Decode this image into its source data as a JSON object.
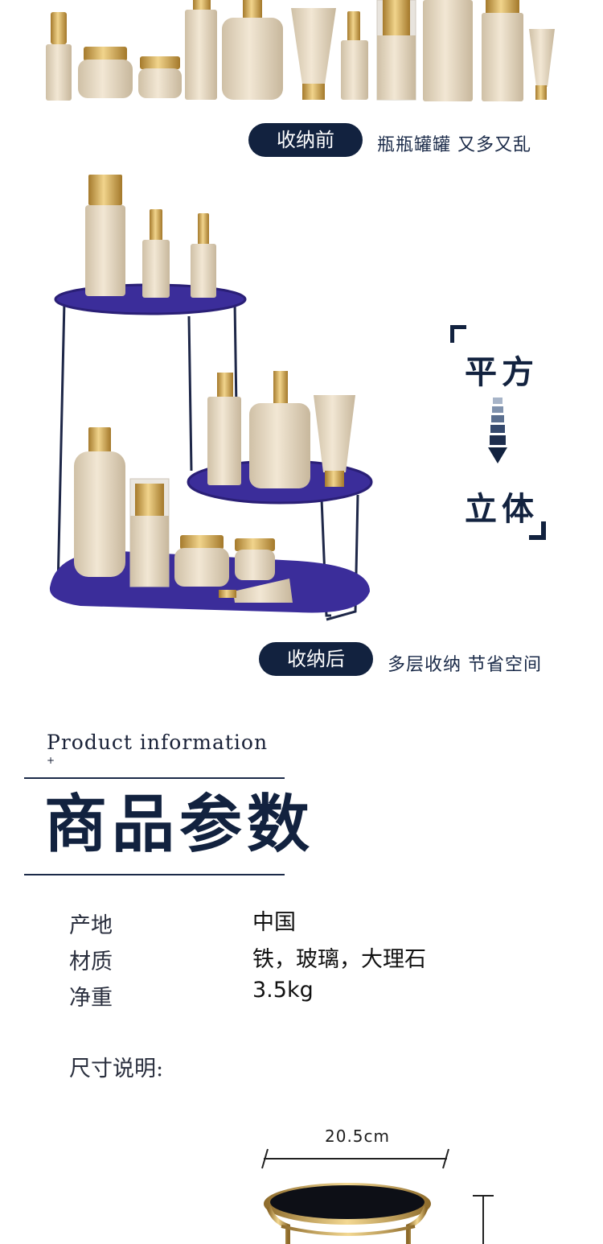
{
  "before": {
    "label": "收纳前",
    "caption": "瓶瓶罐罐 又多又乱"
  },
  "after": {
    "label": "收纳后",
    "caption": "多层收纳 节省空间"
  },
  "transform": {
    "from": "平方",
    "to": "立体"
  },
  "info": {
    "en_title": "Product information",
    "cn_title": "商品参数",
    "specs": [
      {
        "label": "产地",
        "value": "中国"
      },
      {
        "label": "材质",
        "value": "铁，玻璃，大理石"
      },
      {
        "label": "净重",
        "value": "3.5kg"
      }
    ],
    "size_heading": "尺寸说明:",
    "width_label": "20.5cm"
  },
  "colors": {
    "navy": "#12223f",
    "indigo": "#3a2a9e",
    "gold": "#c9a253",
    "cream": "#e9dcc6"
  }
}
